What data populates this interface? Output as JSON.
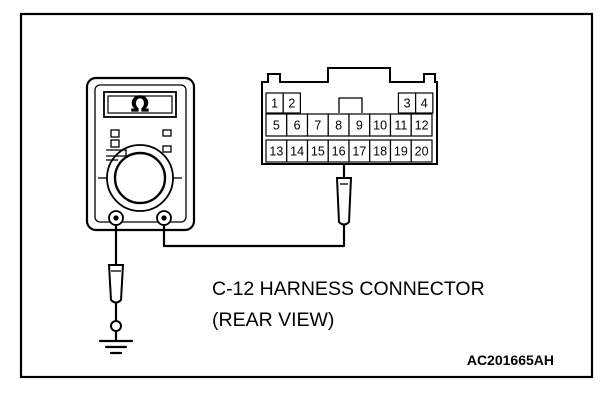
{
  "meter": {
    "symbol": "Ω"
  },
  "connector": {
    "pins": [
      "1",
      "2",
      "3",
      "4",
      "5",
      "6",
      "7",
      "8",
      "9",
      "10",
      "11",
      "12",
      "13",
      "14",
      "15",
      "16",
      "17",
      "18",
      "19",
      "20"
    ],
    "probed_pin": "16"
  },
  "label": {
    "line1": "C-12 HARNESS CONNECTOR",
    "line2": "(REAR VIEW)"
  },
  "code": "AC201665AH",
  "icons": [
    "multimeter-icon",
    "ground-symbol-icon",
    "test-probe-icon"
  ]
}
